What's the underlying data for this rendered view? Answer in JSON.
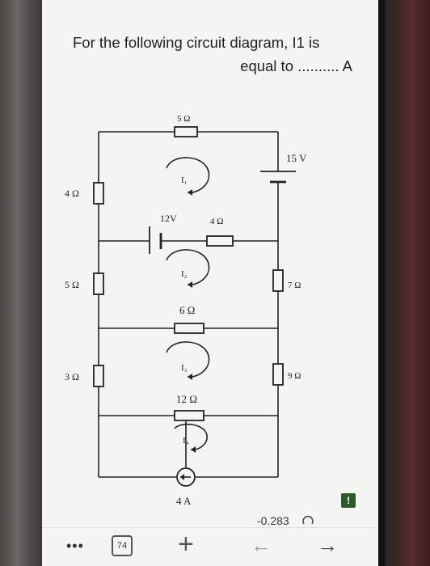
{
  "question": {
    "line1": "For the following circuit diagram, I1 is",
    "line2": "equal to .......... A"
  },
  "circuit": {
    "r_top": "5 Ω",
    "source_15": "15 V",
    "r_left_1": "4 Ω",
    "mesh_1": "I₁",
    "source_12": "12V",
    "r_mid": "4 Ω",
    "r_left_2": "5 Ω",
    "mesh_2": "I₂",
    "r_right_1": "7 Ω",
    "r_center": "6 Ω",
    "r_left_3": "3 Ω",
    "mesh_3": "I₃",
    "r_right_2": "9 Ω",
    "r_bottom": "12 Ω",
    "mesh_4": "I₄",
    "current_source": "4 A"
  },
  "answer": {
    "value": "-0.283"
  },
  "toolbar": {
    "more_label": "•••",
    "tab_count": "74",
    "new_tab_label": "+",
    "back_label": "←",
    "forward_label": "→",
    "flag_label": "!"
  },
  "icons": [
    "more-icon",
    "tabs-icon",
    "plus-icon",
    "back-arrow-icon",
    "forward-arrow-icon",
    "flag-icon",
    "loading-icon"
  ]
}
